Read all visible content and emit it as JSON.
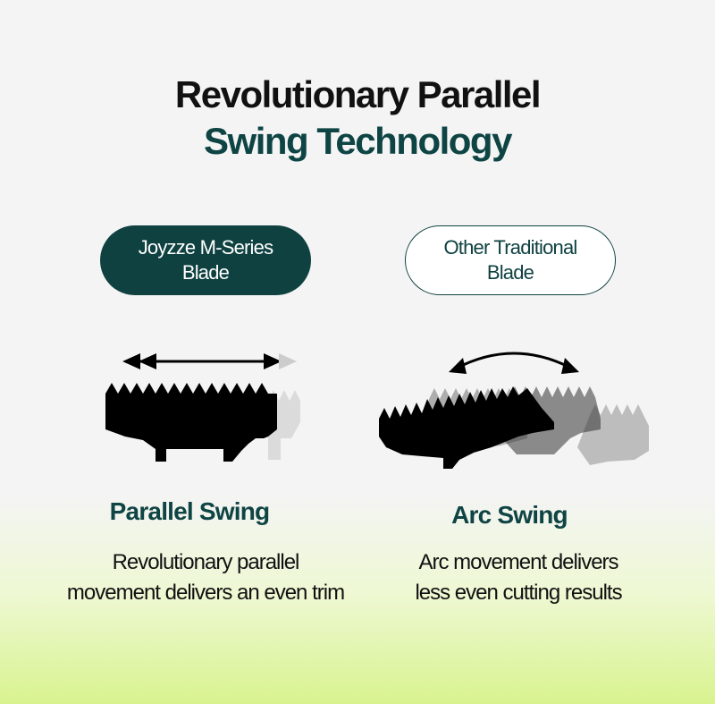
{
  "title": {
    "line1": "Revolutionary Parallel",
    "line2": "Swing Technology"
  },
  "left": {
    "badge": "Joyzze M-Series\nBlade",
    "heading": "Parallel Swing",
    "description": "Revolutionary parallel\nmovement delivers an even trim"
  },
  "right": {
    "badge": "Other Traditional\nBlade",
    "heading": "Arc Swing",
    "description": "Arc movement delivers\nless even cutting results"
  },
  "colors": {
    "brand_dark": "#0f4141",
    "heading_teal": "#0f4444",
    "accent_green": "#d9f38f"
  }
}
